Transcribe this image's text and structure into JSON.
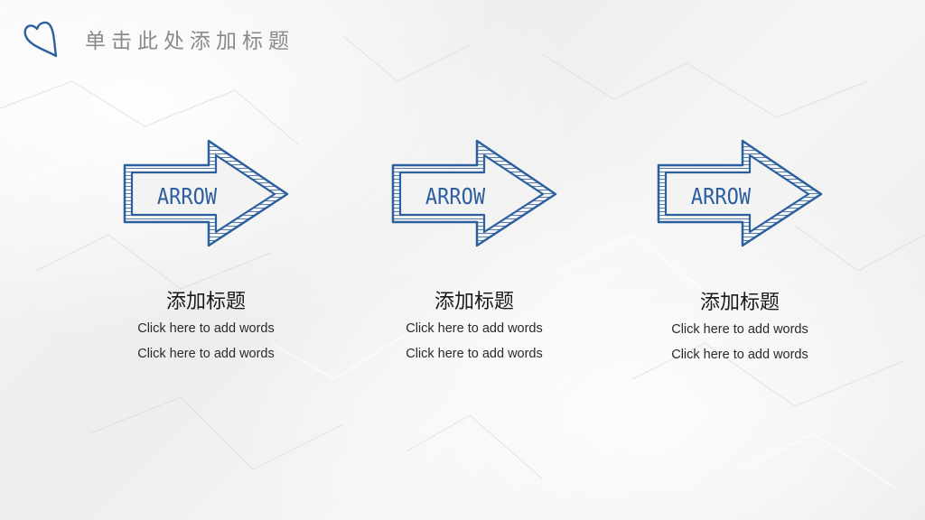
{
  "header": {
    "title": "单击此处添加标题",
    "icon": "heart-outline-icon"
  },
  "colors": {
    "accent": "#2c5f9e",
    "title_gray": "#8a8a8a",
    "text": "#1a1a1a"
  },
  "cards": [
    {
      "arrow_text": "ARROW",
      "title": "添加标题",
      "lines": [
        "Click here to add words",
        "Click here to add words"
      ]
    },
    {
      "arrow_text": "ARROW",
      "title": "添加标题",
      "lines": [
        "Click here to add words",
        "Click here to add words"
      ]
    },
    {
      "arrow_text": "ARROW",
      "title": "添加标题",
      "lines": [
        "Click here to add words",
        "Click here to add words"
      ]
    }
  ]
}
